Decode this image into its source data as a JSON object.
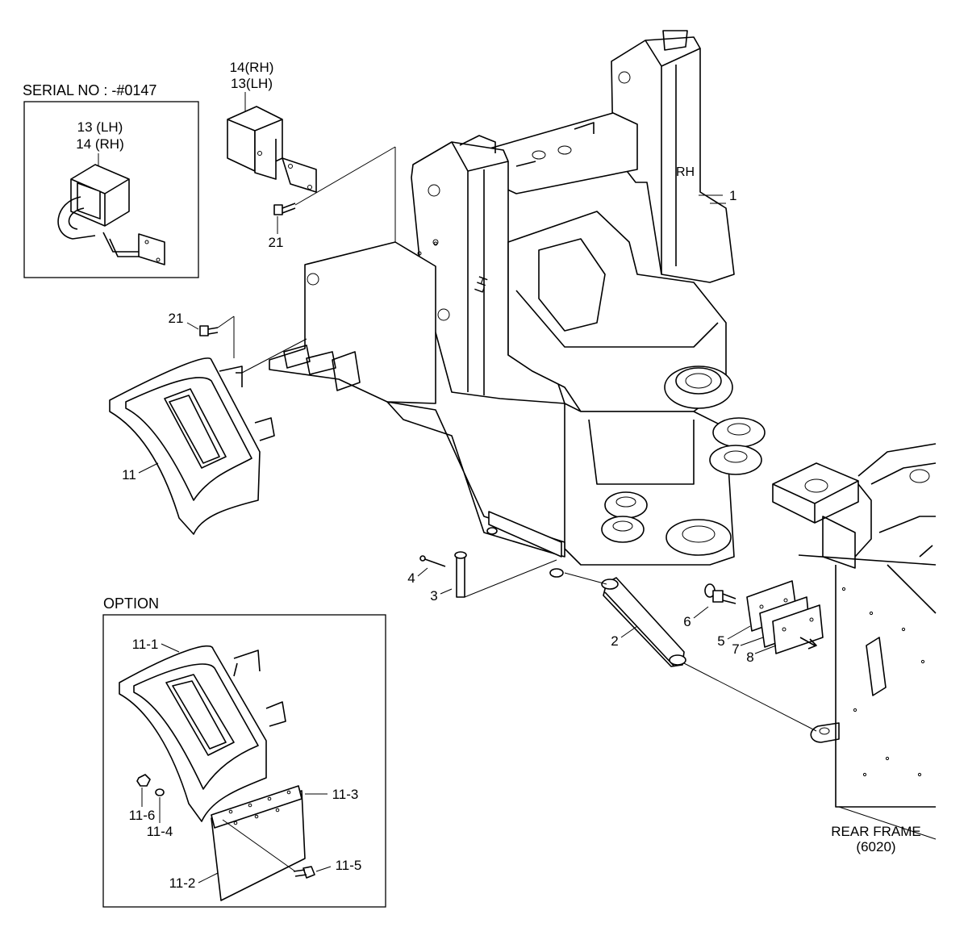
{
  "diagram": {
    "inset_serial": {
      "header": "SERIAL NO : -#0147",
      "labels": [
        "13 (LH)",
        "14 (RH)"
      ]
    },
    "option": {
      "header": "OPTION",
      "labels": {
        "p11_1": "11-1",
        "p11_2": "11-2",
        "p11_3": "11-3",
        "p11_4": "11-4",
        "p11_5": "11-5",
        "p11_6": "11-6"
      }
    },
    "labels": {
      "p14_13_top": "14(RH)",
      "p14_13_bot": "13(LH)",
      "p21_upper": "21",
      "p21_lower": "21",
      "p1": "1",
      "p11": "11",
      "p2": "2",
      "p3": "3",
      "p4": "4",
      "p5": "5",
      "p6": "6",
      "p7": "7",
      "p8": "8",
      "rh_mark": "RH",
      "lh_mark": "LH"
    },
    "rear_frame": {
      "name": "REAR FRAME",
      "code": "(6020)"
    }
  }
}
